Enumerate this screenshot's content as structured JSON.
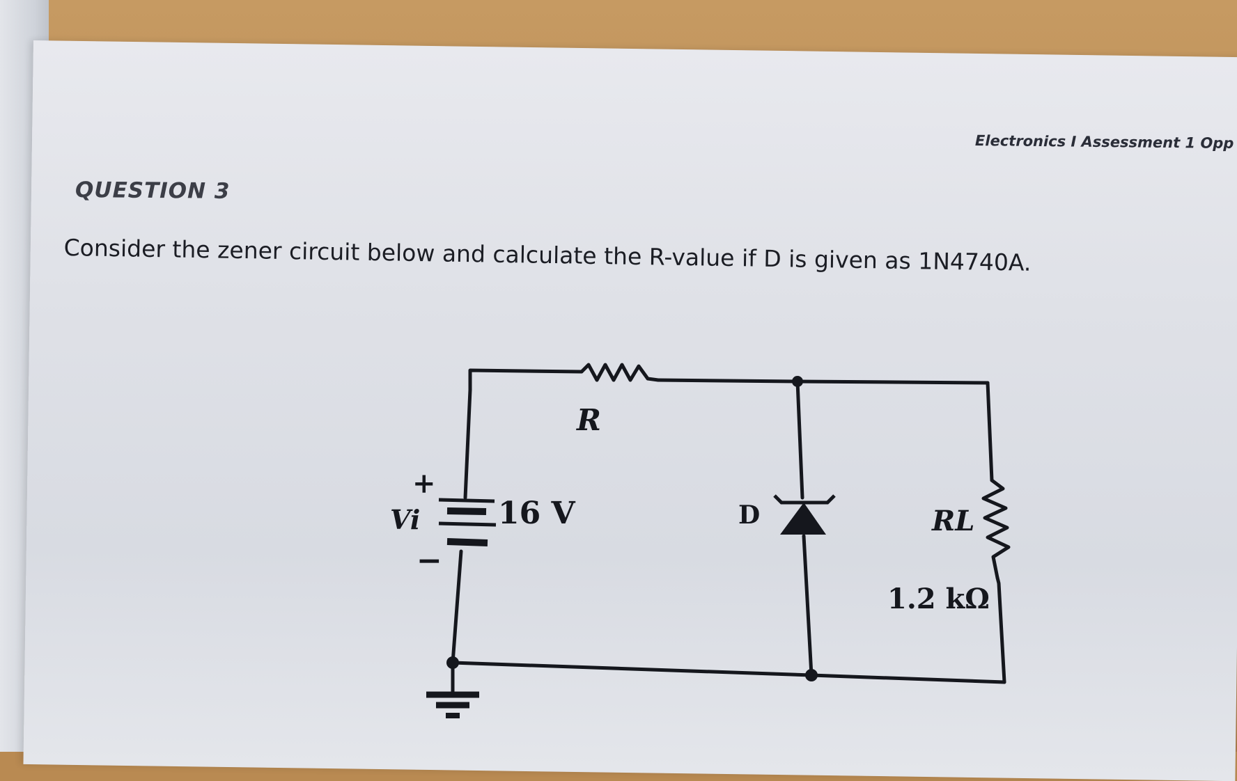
{
  "header": {
    "course_title": "Electronics I Assessment 1 Opp"
  },
  "question": {
    "title": "QUESTION 3",
    "text": "Consider the zener circuit below and calculate the R-value if D is given as 1N4740A."
  },
  "circuit": {
    "resistor_label": "R",
    "source_label": "Vi",
    "source_plus": "+",
    "source_minus": "−",
    "source_voltage": "16 V",
    "zener_label": "D",
    "load_label": "RL",
    "load_value": "1.2 kΩ"
  }
}
